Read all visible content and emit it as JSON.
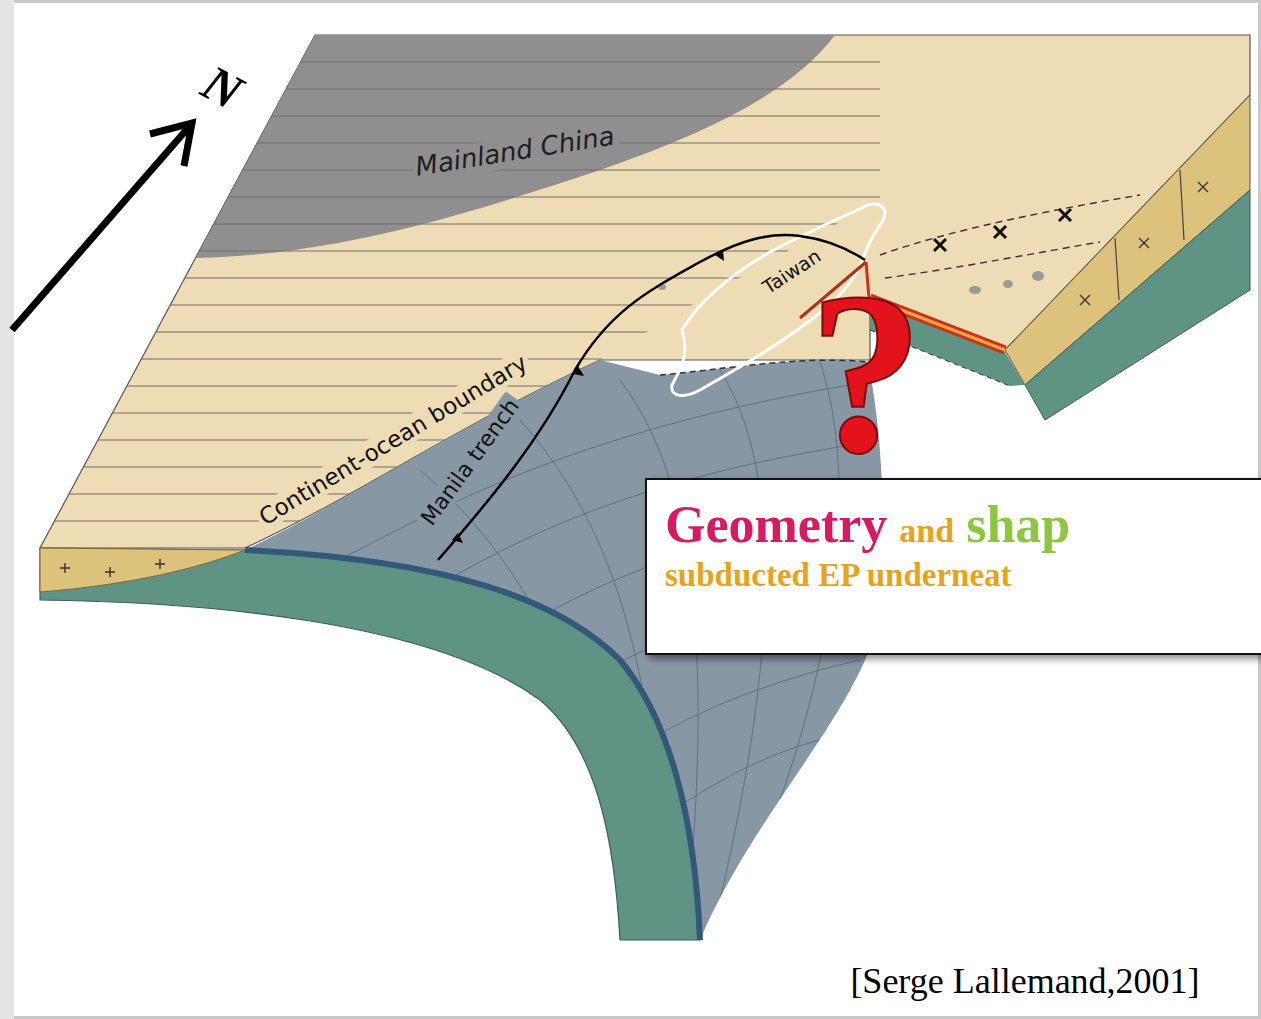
{
  "diagram": {
    "nodes": [
      {
        "text": [
          "Geometry",
          "and",
          "shap",
          "subducted EP underneat"
        ]
      }
    ],
    "labels": [
      "N",
      "Mainland China",
      "Taiwan",
      "Continent-ocean boundary",
      "Manila trench",
      "?",
      "[Serge Lallemand,2001]"
    ]
  }
}
